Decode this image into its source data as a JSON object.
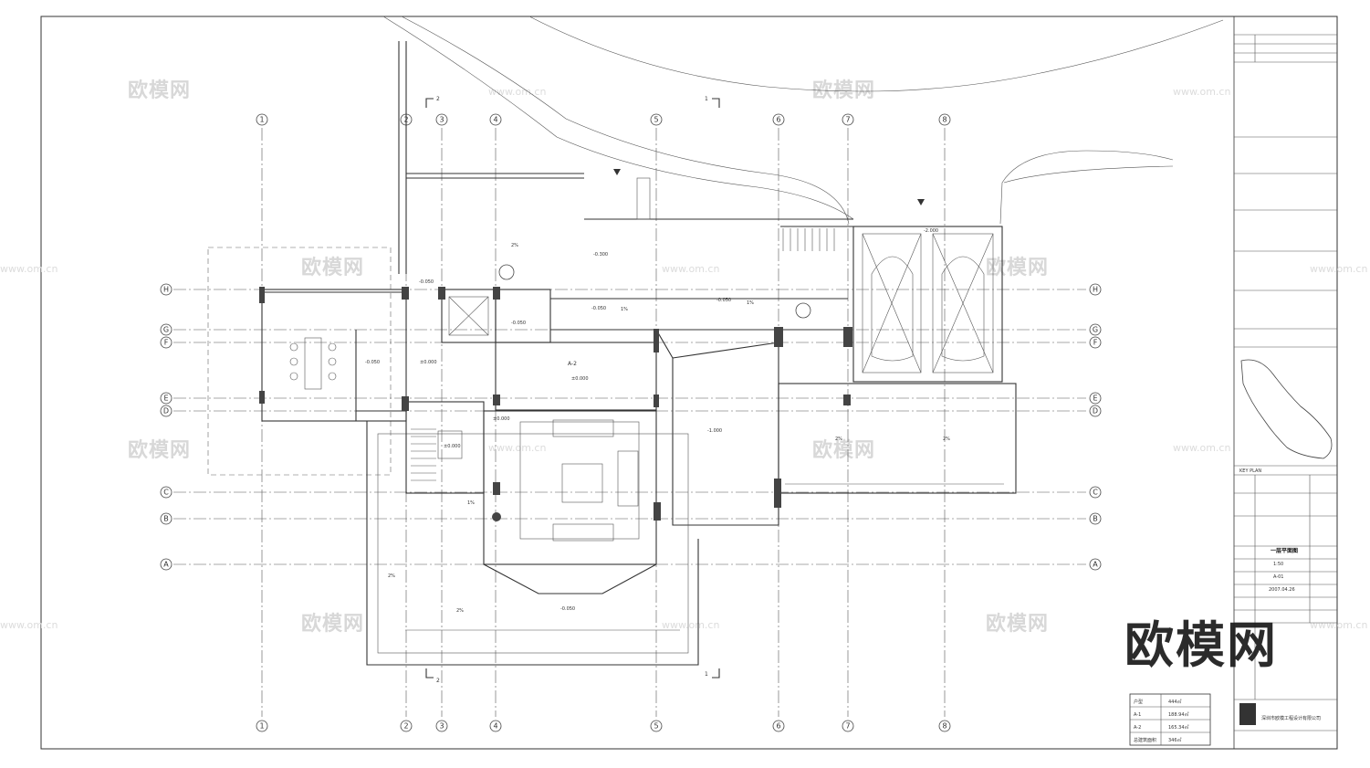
{
  "watermark": {
    "brand": "欧模网",
    "url": "www.om.cn"
  },
  "grid": {
    "vertical": [
      "1",
      "2",
      "3",
      "4",
      "5",
      "6",
      "7",
      "8"
    ],
    "horizontal": [
      "H",
      "G",
      "F",
      "E",
      "D",
      "C",
      "B",
      "A"
    ]
  },
  "section_marks": {
    "top_left": "2",
    "top_right": "1",
    "bottom_left": "2",
    "bottom_right": "1"
  },
  "elevations": {
    "e1": "-0.050",
    "e2": "-0.300",
    "e3": "-0.050",
    "e4": "-0.050",
    "e5": "±0.000",
    "e6": "±0.000",
    "e7": "±0.000",
    "e8": "-1.000",
    "e9": "-0.050",
    "e10": "-0.050",
    "e11": "±0.000",
    "e12": "-2.000",
    "e13": "-0.050"
  },
  "room_labels": {
    "living": "A-2",
    "slope": "2%",
    "slope2": "1%"
  },
  "area_table": {
    "rows": [
      {
        "label": "户型",
        "value": "444㎡"
      },
      {
        "label": "A-1",
        "value": "188.94㎡"
      },
      {
        "label": "A-2",
        "value": "165.34㎡"
      },
      {
        "label": "总建筑面积",
        "value": "346㎡"
      }
    ]
  },
  "title_block": {
    "plan_name": "一层平面图",
    "scale": "1:50",
    "sheet_no": "A-01",
    "date": "2007.04.26",
    "company": "深圳市欧模工程设计有限公司",
    "key_plan": "KEY PLAN"
  },
  "logo_text": "欧模网"
}
